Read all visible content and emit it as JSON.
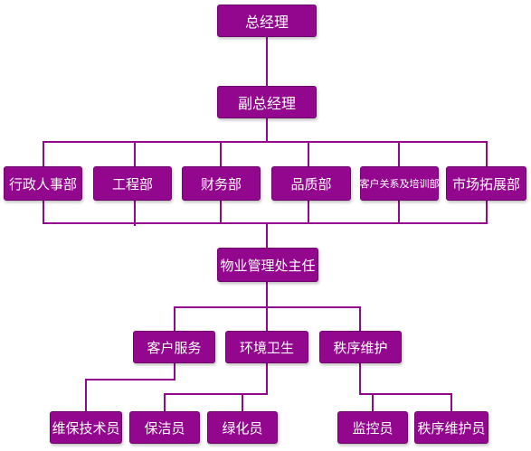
{
  "chart": {
    "line_color": "#93078e",
    "node_color": "#93078e",
    "text_color": "#ffffff",
    "general_manager": "总经理",
    "deputy_general_manager": "副总经理",
    "departments": [
      "行政人事部",
      "工程部",
      "财务部",
      "品质部",
      "客户关系及培训部",
      "市场拓展部"
    ],
    "property_manager": "物业管理处主任",
    "services": [
      "客户服务",
      "环境卫生",
      "秩序维护"
    ],
    "roles": [
      "维保技术员",
      "保洁员",
      "绿化员",
      "监控员",
      "秩序维护员"
    ]
  }
}
